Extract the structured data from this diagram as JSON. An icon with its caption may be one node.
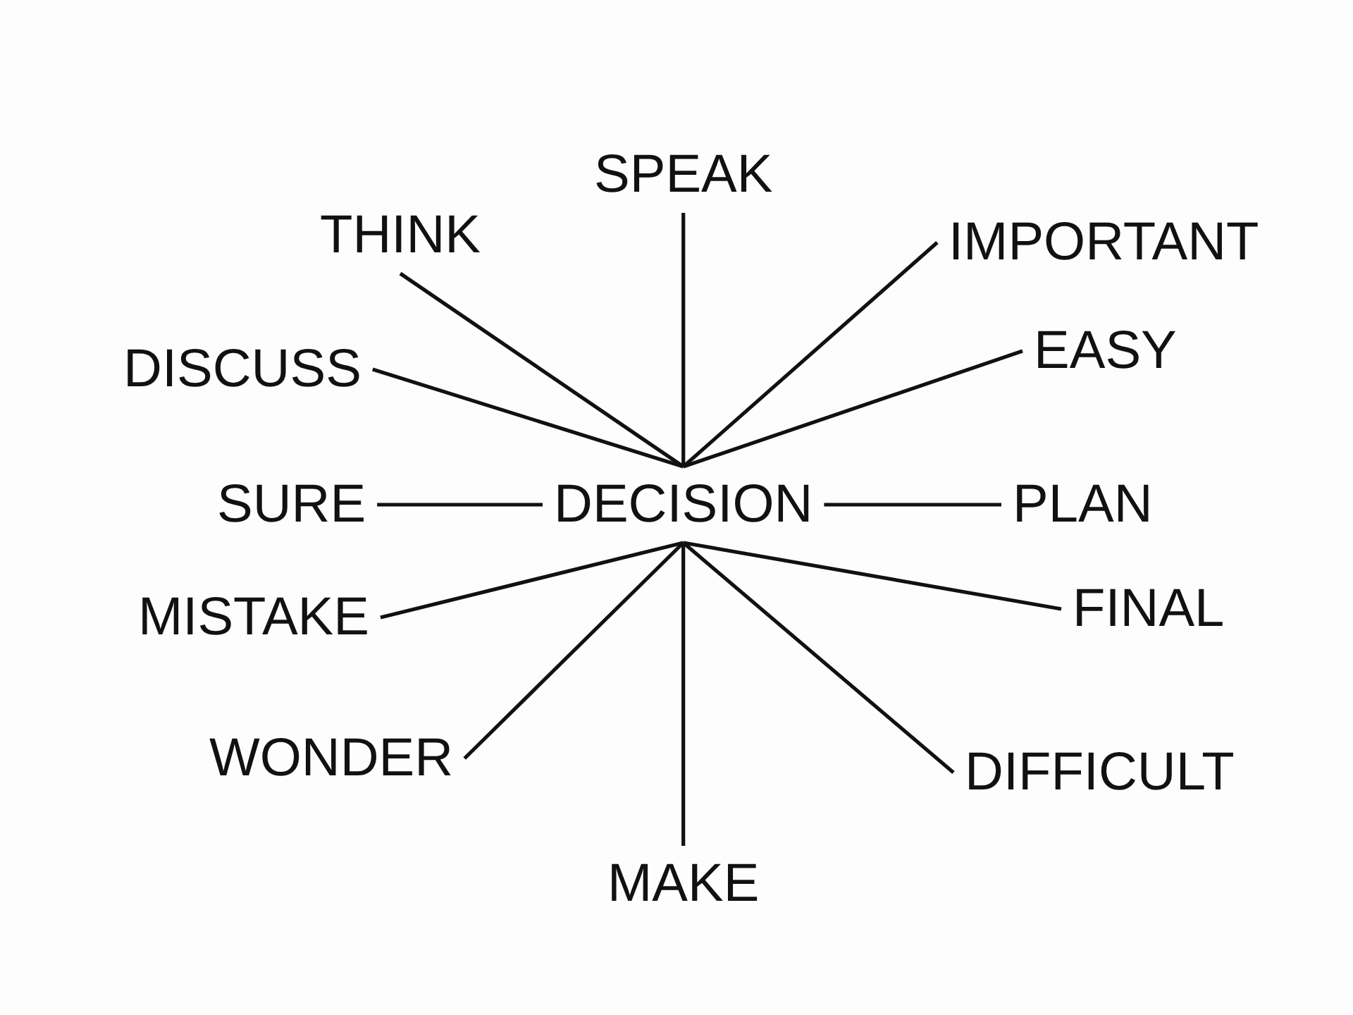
{
  "diagram": {
    "nodes": [
      {
        "text": [
          "DECISION"
        ]
      },
      {
        "text": [
          "SPEAK"
        ]
      },
      {
        "text": [
          "THINK"
        ]
      },
      {
        "text": [
          "IMPORTANT"
        ]
      },
      {
        "text": [
          "DISCUSS"
        ]
      },
      {
        "text": [
          "EASY"
        ]
      },
      {
        "text": [
          "SURE"
        ]
      },
      {
        "text": [
          "PLAN"
        ]
      },
      {
        "text": [
          "MISTAKE"
        ]
      },
      {
        "text": [
          "FINAL"
        ]
      },
      {
        "text": [
          "WONDER"
        ]
      },
      {
        "text": [
          "DIFFICULT"
        ]
      },
      {
        "text": [
          "MAKE"
        ]
      }
    ],
    "edges": [
      {
        "from": 0,
        "to": 1,
        "arrow": "none"
      },
      {
        "from": 0,
        "to": 2,
        "arrow": "none"
      },
      {
        "from": 0,
        "to": 3,
        "arrow": "none"
      },
      {
        "from": 0,
        "to": 4,
        "arrow": "none"
      },
      {
        "from": 0,
        "to": 5,
        "arrow": "none"
      },
      {
        "from": 0,
        "to": 6,
        "arrow": "none"
      },
      {
        "from": 0,
        "to": 7,
        "arrow": "none"
      },
      {
        "from": 0,
        "to": 8,
        "arrow": "none"
      },
      {
        "from": 0,
        "to": 9,
        "arrow": "none"
      },
      {
        "from": 0,
        "to": 10,
        "arrow": "none"
      },
      {
        "from": 0,
        "to": 11,
        "arrow": "none"
      },
      {
        "from": 0,
        "to": 12,
        "arrow": "none"
      }
    ]
  }
}
